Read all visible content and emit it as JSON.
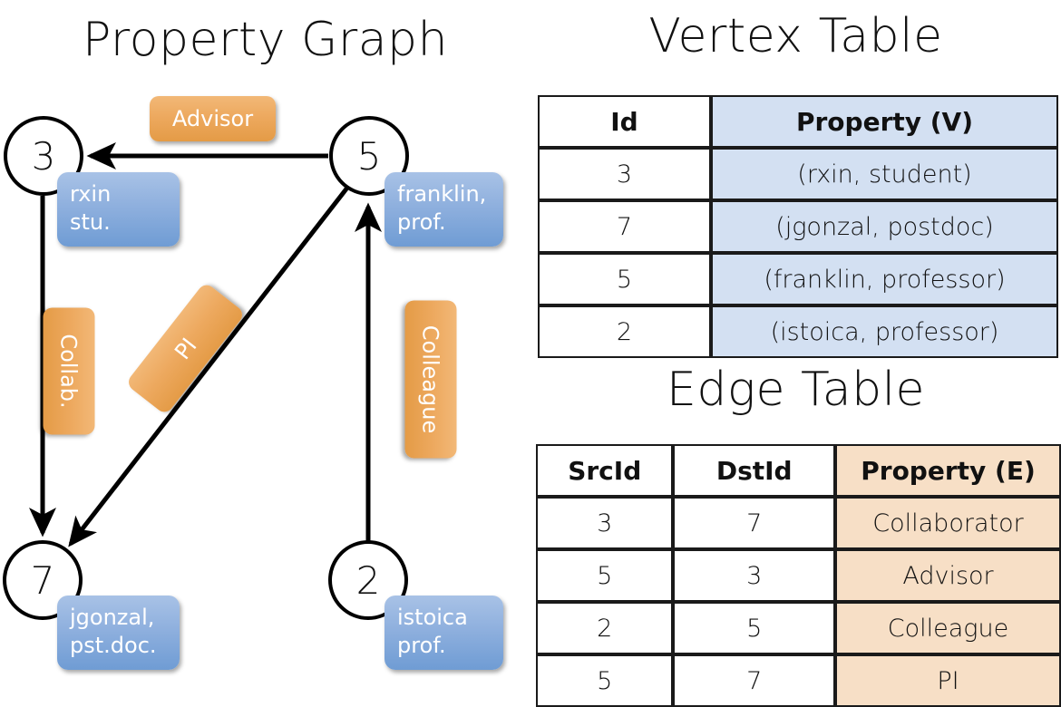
{
  "titles": {
    "property_graph": "Property Graph",
    "vertex_table": "Vertex Table",
    "edge_table": "Edge Table"
  },
  "graph": {
    "vertices": [
      {
        "id": "3",
        "property_line1": "rxin",
        "property_line2": "stu."
      },
      {
        "id": "5",
        "property_line1": "franklin,",
        "property_line2": "prof."
      },
      {
        "id": "7",
        "property_line1": "jgonzal,",
        "property_line2": "pst.doc."
      },
      {
        "id": "2",
        "property_line1": "istoica",
        "property_line2": "prof."
      }
    ],
    "edge_labels": [
      {
        "label": "Advisor",
        "src": "5",
        "dst": "3"
      },
      {
        "label": "Collab.",
        "src": "3",
        "dst": "7"
      },
      {
        "label": "PI",
        "src": "5",
        "dst": "7"
      },
      {
        "label": "Colleague",
        "src": "2",
        "dst": "5"
      }
    ]
  },
  "vertex_table": {
    "headers": [
      "Id",
      "Property (V)"
    ],
    "rows": [
      [
        "3",
        "(rxin, student)"
      ],
      [
        "7",
        "(jgonzal, postdoc)"
      ],
      [
        "5",
        "(franklin, professor)"
      ],
      [
        "2",
        "(istoica, professor)"
      ]
    ]
  },
  "edge_table": {
    "headers": [
      "SrcId",
      "DstId",
      "Property (E)"
    ],
    "rows": [
      [
        "3",
        "7",
        "Collaborator"
      ],
      [
        "5",
        "3",
        "Advisor"
      ],
      [
        "2",
        "5",
        "Colleague"
      ],
      [
        "5",
        "7",
        "PI"
      ]
    ]
  },
  "colors": {
    "vertex_property_blue": "#8fb0de",
    "edge_property_orange": "#eda95f",
    "vertex_table_cell": "#d3e0f2",
    "edge_table_cell": "#f7dfc6",
    "stroke": "#000000",
    "background": "#ffffff"
  }
}
